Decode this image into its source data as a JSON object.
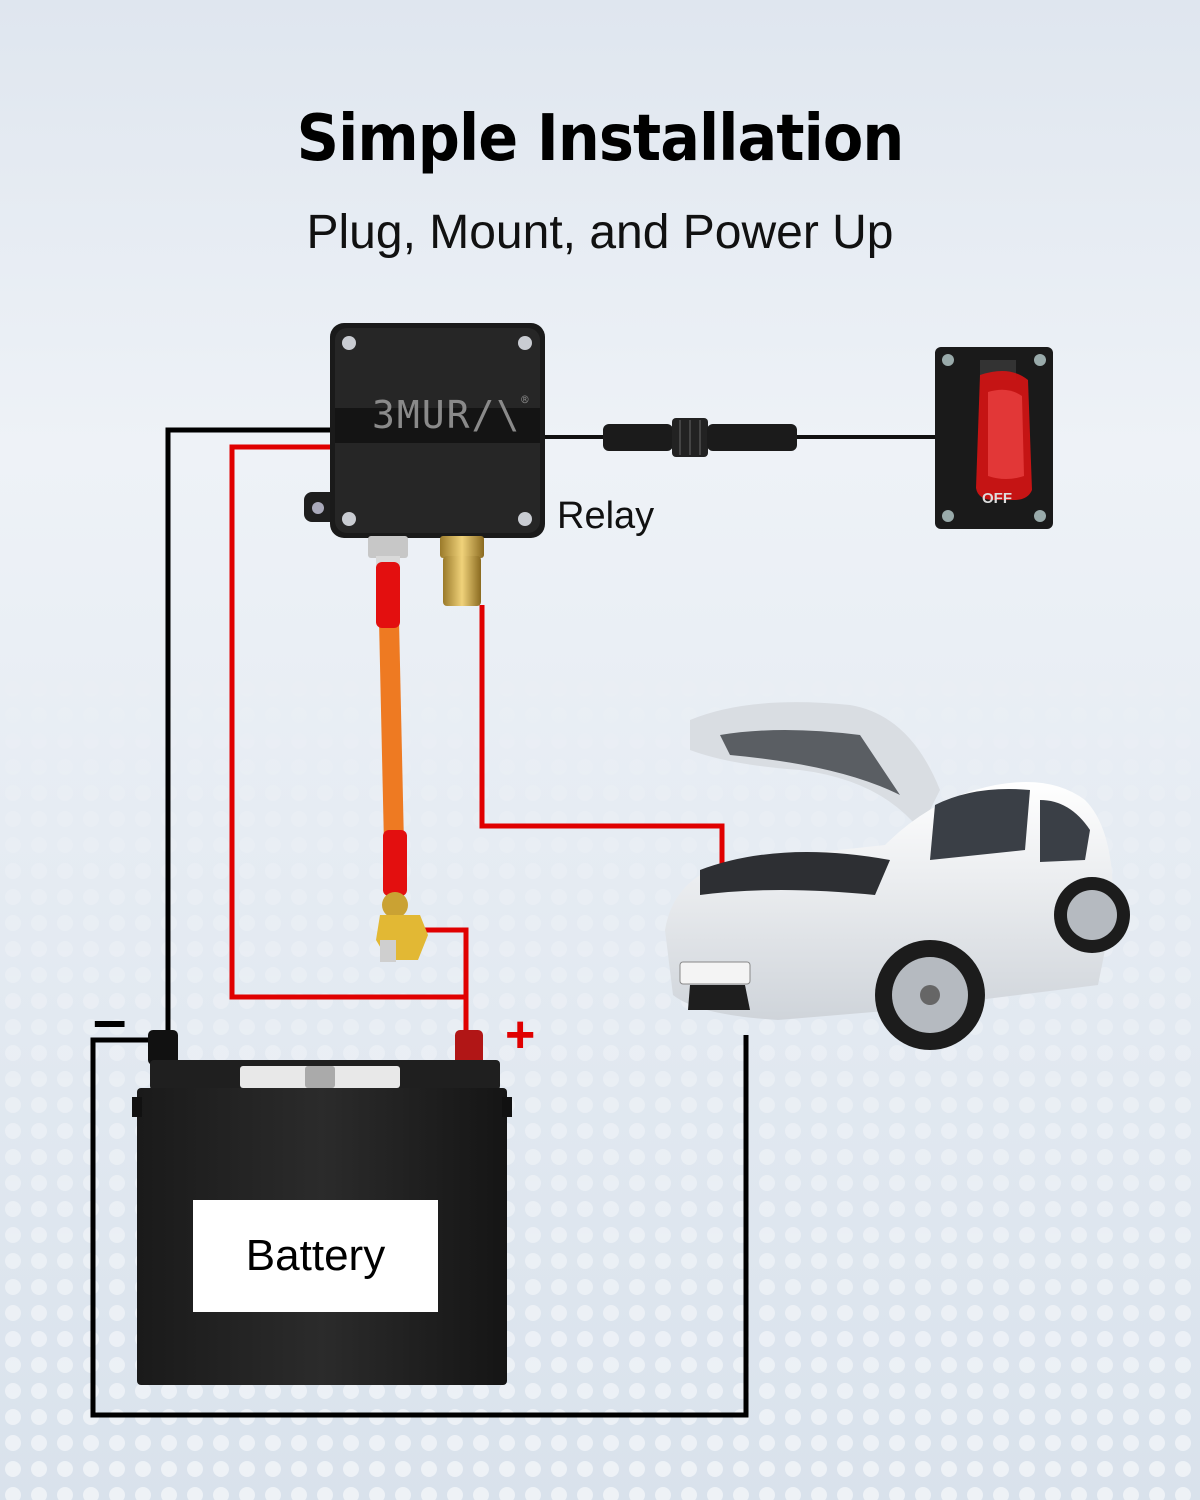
{
  "header": {
    "title": "Simple Installation",
    "subtitle": "Plug, Mount, and Power Up"
  },
  "relay": {
    "label": "Relay",
    "brand": "ЗMUR/\\",
    "brand_mark": "®"
  },
  "switch": {
    "state_label": "OFF"
  },
  "battery": {
    "label": "Battery",
    "negative_symbol": "–",
    "positive_symbol": "+"
  },
  "colors": {
    "positive_wire": "#e00000",
    "negative_wire": "#000000",
    "cable": "#ee7a22",
    "switch_cover": "#d41414"
  }
}
